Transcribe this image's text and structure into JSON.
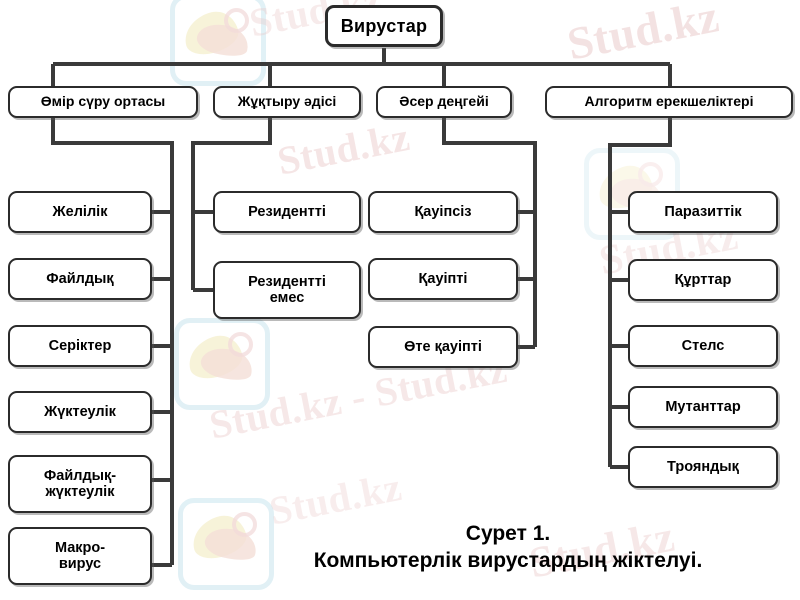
{
  "diagram": {
    "root": {
      "label": "Вирустар"
    },
    "branches": [
      {
        "label": "Өмір сүру ортасы",
        "children": [
          {
            "label": "Желілік"
          },
          {
            "label": "Файлдық"
          },
          {
            "label": "Серіктер"
          },
          {
            "label": "Жүктеулік"
          },
          {
            "label": "Файлдық-\nжүктеулік"
          },
          {
            "label": "Макро-\nвирус"
          }
        ]
      },
      {
        "label": "Жұқтыру әдісі",
        "children": [
          {
            "label": "Резидентті"
          },
          {
            "label": "Резидентті\nемес"
          }
        ]
      },
      {
        "label": "Әсер деңгейі",
        "children": [
          {
            "label": "Қауіпсіз"
          },
          {
            "label": "Қауіпті"
          },
          {
            "label": "Өте қауіпті"
          }
        ]
      },
      {
        "label": "Алгоритм ерекшеліктері",
        "children": [
          {
            "label": "Паразиттік"
          },
          {
            "label": "Құрттар"
          },
          {
            "label": "Стелс"
          },
          {
            "label": "Мутанттар"
          },
          {
            "label": "Трояндық"
          }
        ]
      }
    ]
  },
  "caption": {
    "line1": "Сурет 1.",
    "line2": "Компьютерлік вирустардың жіктелуі."
  },
  "watermarks": {
    "texts": [
      "Stud.kz",
      "Stud.kz",
      "Stud.kz",
      "Stud.kz",
      "Stud.kz - Stud.kz",
      "Stud.kz",
      "Stud.kz"
    ],
    "brand_color": "#e9c7c7"
  },
  "colors": {
    "background": "#ffffff",
    "box_border": "#2b2b2b",
    "line": "#3a3a3a",
    "text": "#000000"
  }
}
